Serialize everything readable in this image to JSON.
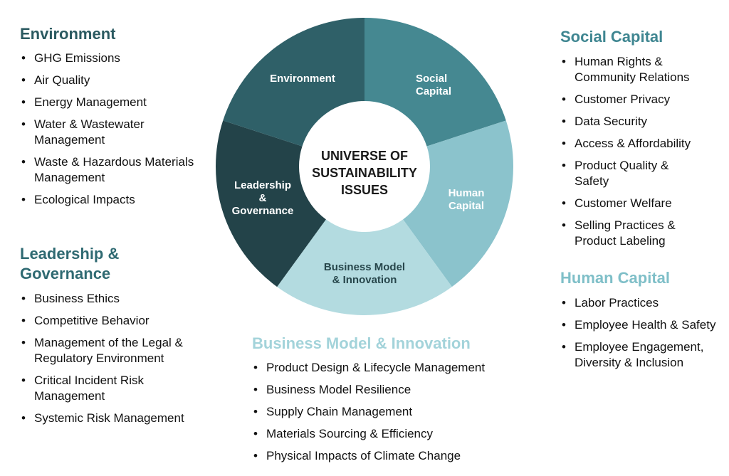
{
  "center_title": [
    "UNIVERSE OF",
    "SUSTAINABILITY",
    "ISSUES"
  ],
  "colors": {
    "environment": "#2f6068",
    "social_capital": "#458891",
    "human_capital": "#8bc3cc",
    "business_model": "#b3dbe0",
    "leadership": "#234349",
    "heading_environment": "#2b5a61",
    "heading_leadership": "#2f6a72",
    "heading_social": "#3f8691",
    "heading_human": "#7fbfc8",
    "heading_business": "#a3d3da"
  },
  "segments": [
    {
      "key": "social_capital",
      "label": [
        "Social",
        "Capital"
      ]
    },
    {
      "key": "human_capital",
      "label": [
        "Human",
        "Capital"
      ]
    },
    {
      "key": "business_model",
      "label": [
        "Business Model",
        "& Innovation"
      ]
    },
    {
      "key": "leadership",
      "label": [
        "Leadership",
        "&",
        "Governance"
      ]
    },
    {
      "key": "environment",
      "label": [
        "Environment"
      ]
    }
  ],
  "environment": {
    "title": "Environment",
    "items": [
      "GHG Emissions",
      "Air Quality",
      "Energy Management",
      "Water & Wastewater Management",
      "Waste & Hazardous Materials Management",
      "Ecological Impacts"
    ]
  },
  "leadership": {
    "title": "Leadership & Governance",
    "items": [
      "Business Ethics",
      "Competitive Behavior",
      "Management of the Legal & Regulatory Environment",
      "Critical Incident Risk Management",
      "Systemic Risk Management"
    ]
  },
  "social_capital": {
    "title": "Social Capital",
    "items": [
      "Human Rights & Community Relations",
      "Customer Privacy",
      "Data Security",
      "Access & Affordability",
      "Product Quality & Safety",
      "Customer Welfare",
      "Selling Practices & Product Labeling"
    ]
  },
  "human_capital": {
    "title": "Human Capital",
    "items": [
      "Labor Practices",
      "Employee Health & Safety",
      "Employee Engagement, Diversity & Inclusion"
    ]
  },
  "business_model": {
    "title": "Business Model & Innovation",
    "items": [
      "Product Design & Lifecycle Management",
      "Business Model Resilience",
      "Supply Chain Management",
      "Materials Sourcing & Efficiency",
      "Physical Impacts of Climate Change"
    ]
  }
}
